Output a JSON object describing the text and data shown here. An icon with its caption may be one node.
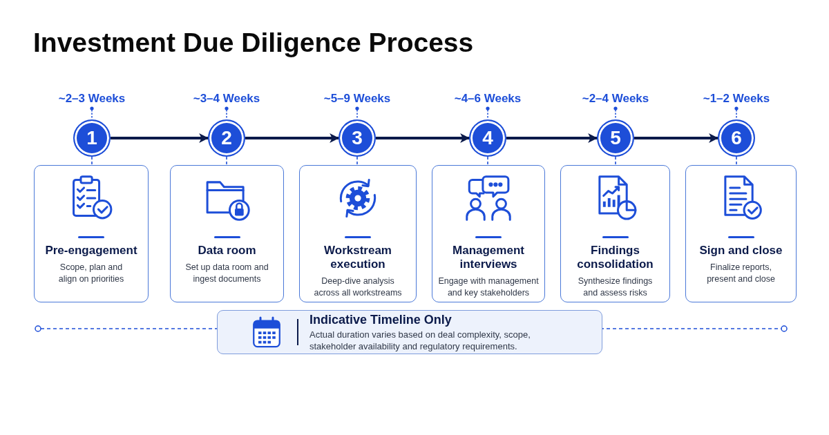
{
  "diagram": {
    "title": "Investment Due Diligence Process",
    "nodes": [
      {
        "text": [
          "1"
        ],
        "beside": [
          "~2–3 Weeks"
        ]
      },
      {
        "text": [
          "Pre-engagement",
          "Scope, plan and align on priorities"
        ]
      },
      {
        "text": [
          "2"
        ],
        "beside": [
          "~3–4 Weeks"
        ]
      },
      {
        "text": [
          "Data room",
          "Set up data room and ingest documents"
        ]
      },
      {
        "text": [
          "3"
        ],
        "beside": [
          "~5–9 Weeks"
        ]
      },
      {
        "text": [
          "Workstream execution",
          "Deep-dive analysis across all workstreams"
        ]
      },
      {
        "text": [
          "4"
        ],
        "beside": [
          "~4–6 Weeks"
        ]
      },
      {
        "text": [
          "Management interviews",
          "Engage with management and key stakeholders"
        ]
      },
      {
        "text": [
          "5"
        ],
        "beside": [
          "~2–4 Weeks"
        ]
      },
      {
        "text": [
          "Findings consolidation",
          "Synthesize findings and assess risks"
        ]
      },
      {
        "text": [
          "6"
        ],
        "beside": [
          "~1–2 Weeks"
        ]
      },
      {
        "text": [
          "Sign and close",
          "Finalize reports, present and close"
        ]
      },
      {
        "text": [
          "Indicative Timeline Only",
          "Actual duration varies based on deal complexity, scope, stakeholder availability and regulatory requirements."
        ]
      }
    ],
    "edges": [
      {
        "from": 0,
        "to": 2,
        "arrow": "to",
        "style": "thick",
        "color": "#0b1a4a"
      },
      {
        "from": 2,
        "to": 4,
        "arrow": "to",
        "style": "thick",
        "color": "#0b1a4a"
      },
      {
        "from": 4,
        "to": 6,
        "arrow": "to",
        "style": "thick",
        "color": "#0b1a4a"
      },
      {
        "from": 6,
        "to": 8,
        "arrow": "to",
        "style": "thick",
        "color": "#0b1a4a"
      },
      {
        "from": 8,
        "to": 10,
        "arrow": "to",
        "style": "thick",
        "color": "#0b1a4a"
      },
      {
        "from": 0,
        "to": 1,
        "arrow": "none",
        "style": "dashed"
      },
      {
        "from": 2,
        "to": 3,
        "arrow": "none",
        "style": "dashed"
      },
      {
        "from": 4,
        "to": 5,
        "arrow": "none",
        "style": "dashed"
      },
      {
        "from": 6,
        "to": 7,
        "arrow": "none",
        "style": "dashed"
      },
      {
        "from": 8,
        "to": 9,
        "arrow": "none",
        "style": "dashed"
      },
      {
        "from": 10,
        "to": 11,
        "arrow": "none",
        "style": "dashed"
      }
    ]
  }
}
